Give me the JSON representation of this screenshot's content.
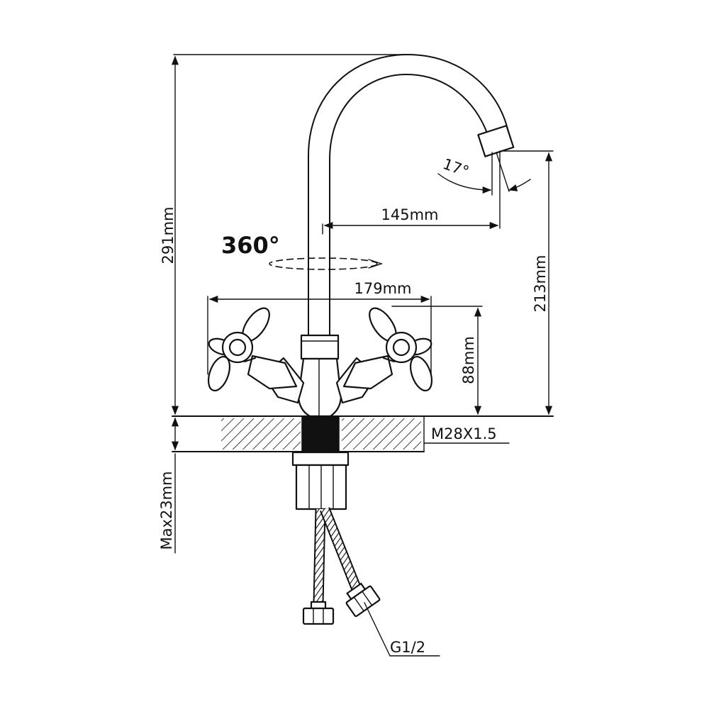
{
  "dimensions": {
    "total_height": "291mm",
    "spout_height": "213mm",
    "spout_reach": "145mm",
    "handle_span": "179mm",
    "handle_height": "88mm",
    "max_thickness": "Max23mm",
    "thread_size": "M28X1.5",
    "hose_connector": "G1/2",
    "spout_angle": "17°",
    "rotation": "360°"
  },
  "colors": {
    "line": "#111111",
    "background": "#ffffff"
  }
}
